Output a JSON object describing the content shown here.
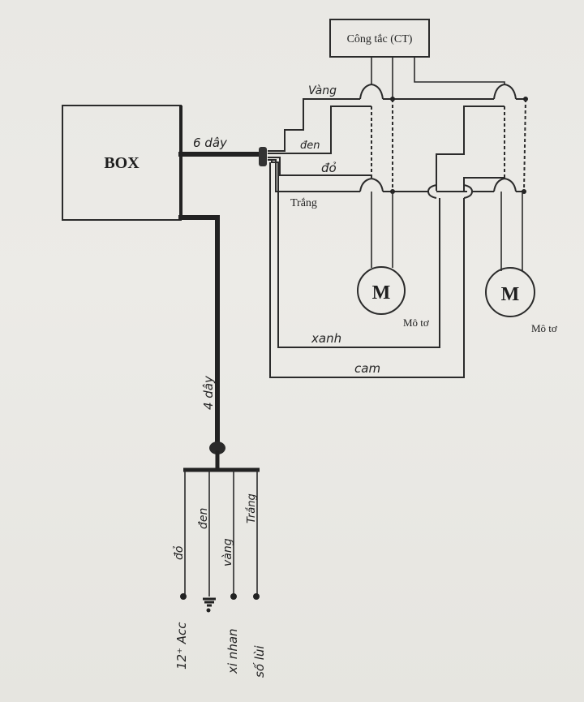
{
  "diagram": {
    "box": {
      "label": "BOX"
    },
    "switch": {
      "label": "Công tắc (CT)"
    },
    "cable_top": {
      "label": "6 dây"
    },
    "cable_bottom": {
      "label": "4 dây"
    },
    "wires_top": {
      "vang": "Vàng",
      "den": "đen",
      "do": "đỏ",
      "trang": "Trắng",
      "xanh": "xanh",
      "cam": "cam"
    },
    "motors": [
      {
        "symbol": "M",
        "label": "Mô tơ"
      },
      {
        "symbol": "M",
        "label": "Mô tơ"
      }
    ],
    "wires_bottom": [
      {
        "color": "đỏ",
        "terminal": "12⁺ Acc"
      },
      {
        "color": "đen",
        "terminal": "ground"
      },
      {
        "color": "vàng",
        "terminal": "xi nhan"
      },
      {
        "color": "Trắng",
        "terminal": "số lùi"
      }
    ]
  }
}
